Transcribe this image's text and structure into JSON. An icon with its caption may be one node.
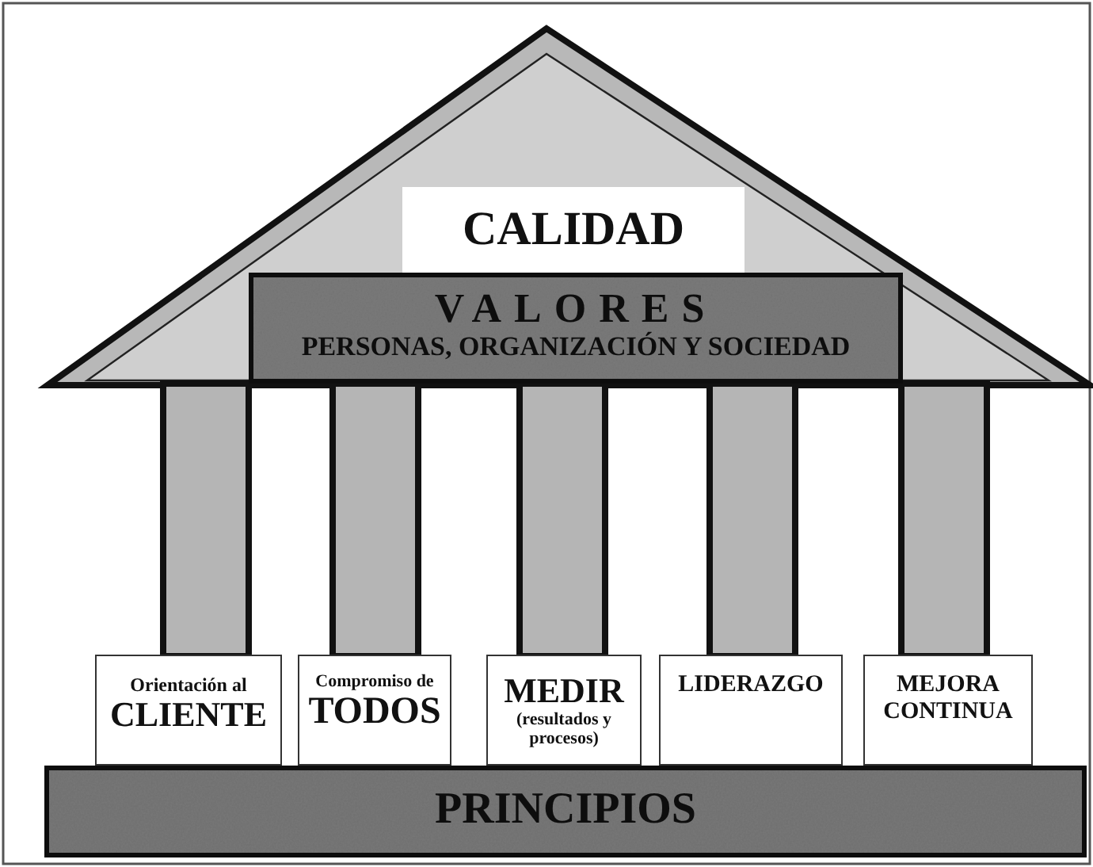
{
  "diagram": {
    "nodes": [
      {
        "text": [
          "CALIDAD"
        ]
      },
      {
        "text": [
          "VALORES",
          "PERSONAS, ORGANIZACIÓN Y SOCIEDAD"
        ]
      },
      {
        "text": [
          "Orientación al",
          "CLIENTE"
        ]
      },
      {
        "text": [
          "Compromiso de",
          "TODOS"
        ]
      },
      {
        "text": [
          "MEDIR",
          "(resultados y procesos)"
        ]
      },
      {
        "text": [
          "LIDERAZGO"
        ]
      },
      {
        "text": [
          "MEJORA CONTINUA"
        ]
      },
      {
        "text": [
          "PRINCIPIOS"
        ]
      }
    ]
  }
}
